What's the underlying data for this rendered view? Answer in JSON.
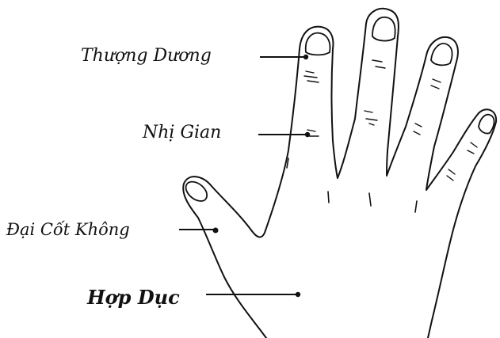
{
  "labels": {
    "thuong_duong": "Thượng Dương",
    "nhi_gian": "Nhị Gian",
    "dai_cot_khong": "Đại Cốt Không",
    "hop_duc": "Hợp Dục"
  },
  "colors": {
    "ink": "#111111",
    "background": "#ffffff"
  }
}
